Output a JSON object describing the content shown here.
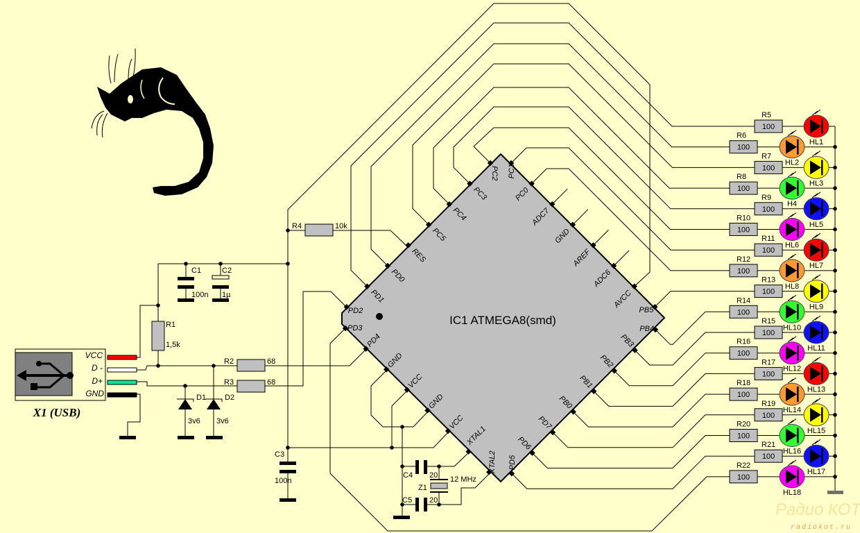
{
  "chip": {
    "label": "IC1 ATMEGA8(smd)",
    "pins": {
      "top_left": [
        "PC2",
        "PC3",
        "PC4",
        "PC5",
        "RES",
        "PD0",
        "PD1",
        "PD2"
      ],
      "top_right": [
        "PC1",
        "PC0",
        "ADC7",
        "GND",
        "AREF",
        "ADC6",
        "AVCC",
        "PB5"
      ],
      "bottom_left": [
        "PD3",
        "PD4",
        "GND",
        "VCC",
        "GND",
        "VCC",
        "XTAL1",
        "XTAL2"
      ],
      "bottom_right": [
        "PB4",
        "PB3",
        "PB2",
        "PB1",
        "PB0",
        "PD7",
        "PD6",
        "PD5"
      ]
    }
  },
  "usb": {
    "label": "X1 (USB)",
    "pins": [
      "VCC",
      "D -",
      "D+",
      "GND"
    ],
    "pin_colors": [
      "#FF0000",
      "#FFFFFF",
      "#00E69A",
      "#000000"
    ]
  },
  "components": {
    "r1": {
      "ref": "R1",
      "value": "1,5k"
    },
    "r2": {
      "ref": "R2",
      "value": "68"
    },
    "r3": {
      "ref": "R3",
      "value": "68"
    },
    "r4": {
      "ref": "R4",
      "value": "10k"
    },
    "c1": {
      "ref": "C1",
      "value": "100n"
    },
    "c2": {
      "ref": "C2",
      "value": "1µ"
    },
    "c3": {
      "ref": "C3",
      "value": "100n"
    },
    "c4": {
      "ref": "C4",
      "value": "20"
    },
    "c5": {
      "ref": "C5",
      "value": "20"
    },
    "z1": {
      "ref": "Z1",
      "value": "12 MHz"
    },
    "d1": {
      "ref": "D1",
      "value": "3v6"
    },
    "d2": {
      "ref": "D2",
      "value": "3v6"
    }
  },
  "leds": [
    {
      "res": "R5",
      "value": "100",
      "led": "HL1",
      "color": "#FF0000"
    },
    {
      "res": "R6",
      "value": "100",
      "led": "HL2",
      "color": "#FF9933"
    },
    {
      "res": "R7",
      "value": "100",
      "led": "HL3",
      "color": "#FFFF00"
    },
    {
      "res": "R8",
      "value": "100",
      "led": "H4",
      "color": "#33FF33"
    },
    {
      "res": "R9",
      "value": "100",
      "led": "HL5",
      "color": "#1010FF"
    },
    {
      "res": "R10",
      "value": "100",
      "led": "HL6",
      "color": "#FF00FF"
    },
    {
      "res": "R11",
      "value": "100",
      "led": "HL7",
      "color": "#FF0000"
    },
    {
      "res": "R12",
      "value": "100",
      "led": "HL8",
      "color": "#FF9933"
    },
    {
      "res": "R13",
      "value": "100",
      "led": "HL9",
      "color": "#FFFF00"
    },
    {
      "res": "R14",
      "value": "100",
      "led": "HL10",
      "color": "#33FF33"
    },
    {
      "res": "R15",
      "value": "100",
      "led": "HL11",
      "color": "#1010FF"
    },
    {
      "res": "R16",
      "value": "100",
      "led": "HL12",
      "color": "#FF00FF"
    },
    {
      "res": "R17",
      "value": "100",
      "led": "HL13",
      "color": "#FF0000"
    },
    {
      "res": "R18",
      "value": "100",
      "led": "HL14",
      "color": "#FF9933"
    },
    {
      "res": "R19",
      "value": "100",
      "led": "HL15",
      "color": "#FFFF00"
    },
    {
      "res": "R20",
      "value": "100",
      "led": "HL16",
      "color": "#33FF33"
    },
    {
      "res": "R21",
      "value": "100",
      "led": "HL17",
      "color": "#1010FF"
    },
    {
      "res": "R22",
      "value": "100",
      "led": "HL18",
      "color": "#FF00FF"
    }
  ],
  "watermark": {
    "title": "Радио КОТ",
    "url": "radiokot.ru"
  },
  "colors": {
    "background": "#FFFFCC",
    "chip_fill": "#C0C0C0"
  }
}
